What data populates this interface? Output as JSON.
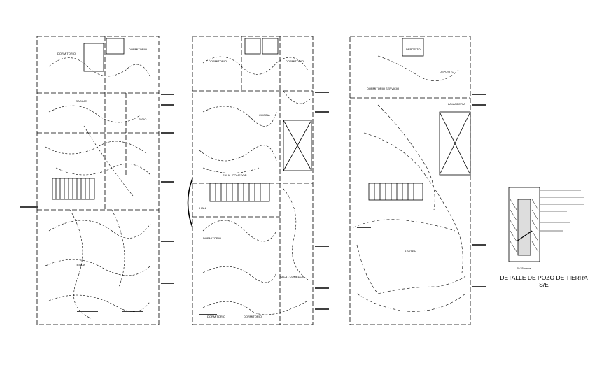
{
  "colors": {
    "ink": "#000000",
    "background": "#ffffff"
  },
  "plan1": {
    "rooms": [
      "DORMITORIO",
      "DORMITORIO",
      "GARAJE",
      "PATIO",
      "TIENDA"
    ]
  },
  "plan2": {
    "rooms": [
      "DORMITORIO",
      "DORMITORIO",
      "COCINA",
      "SALA - COMEDOR",
      "HALL",
      "SALA - COMEDOR",
      "DORMITORIO",
      "DORMITORIO",
      "DORMITORIO"
    ]
  },
  "plan3": {
    "rooms": [
      "DEPOSITO",
      "DEPOSITO",
      "DORMITORIO SERVICIO",
      "LAVANDERIA",
      "AZOTEA"
    ]
  },
  "detail": {
    "title_line1": "DETALLE DE POZO DE TIERRA",
    "title_line2": "S/E",
    "note": "R<25 ohms"
  }
}
